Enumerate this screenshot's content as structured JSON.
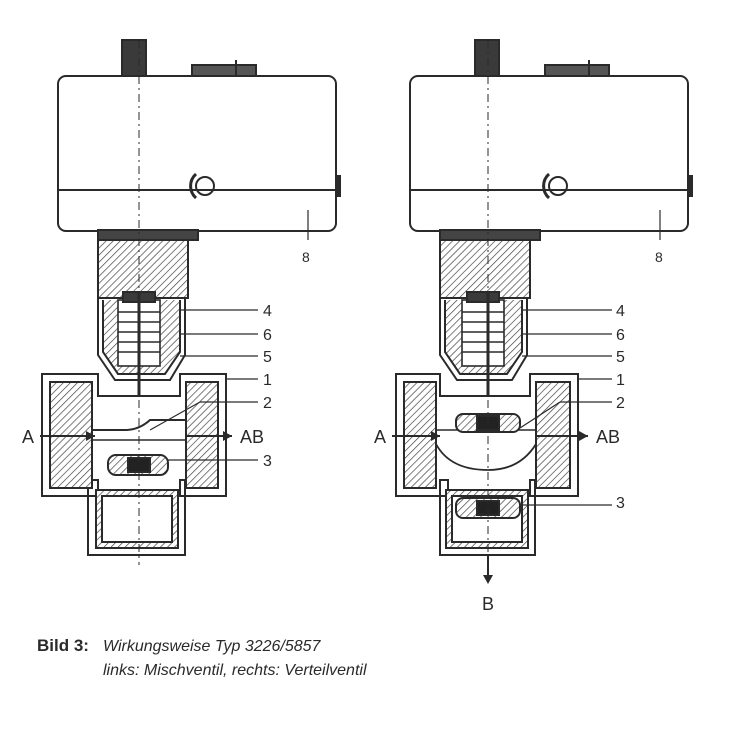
{
  "left_valve": {
    "callouts": [
      "8",
      "4",
      "6",
      "5",
      "1",
      "2",
      "3"
    ],
    "ports": {
      "left": "A",
      "right": "AB"
    }
  },
  "right_valve": {
    "callouts": [
      "8",
      "4",
      "6",
      "5",
      "1",
      "2",
      "3"
    ],
    "ports": {
      "left": "A",
      "right": "AB",
      "bottom": "B"
    }
  },
  "caption": {
    "label": "Bild 3:",
    "title": "Wirkungsweise Typ 3226/5857",
    "subtitle": "links: Mischventil, rechts: Verteilventil"
  }
}
